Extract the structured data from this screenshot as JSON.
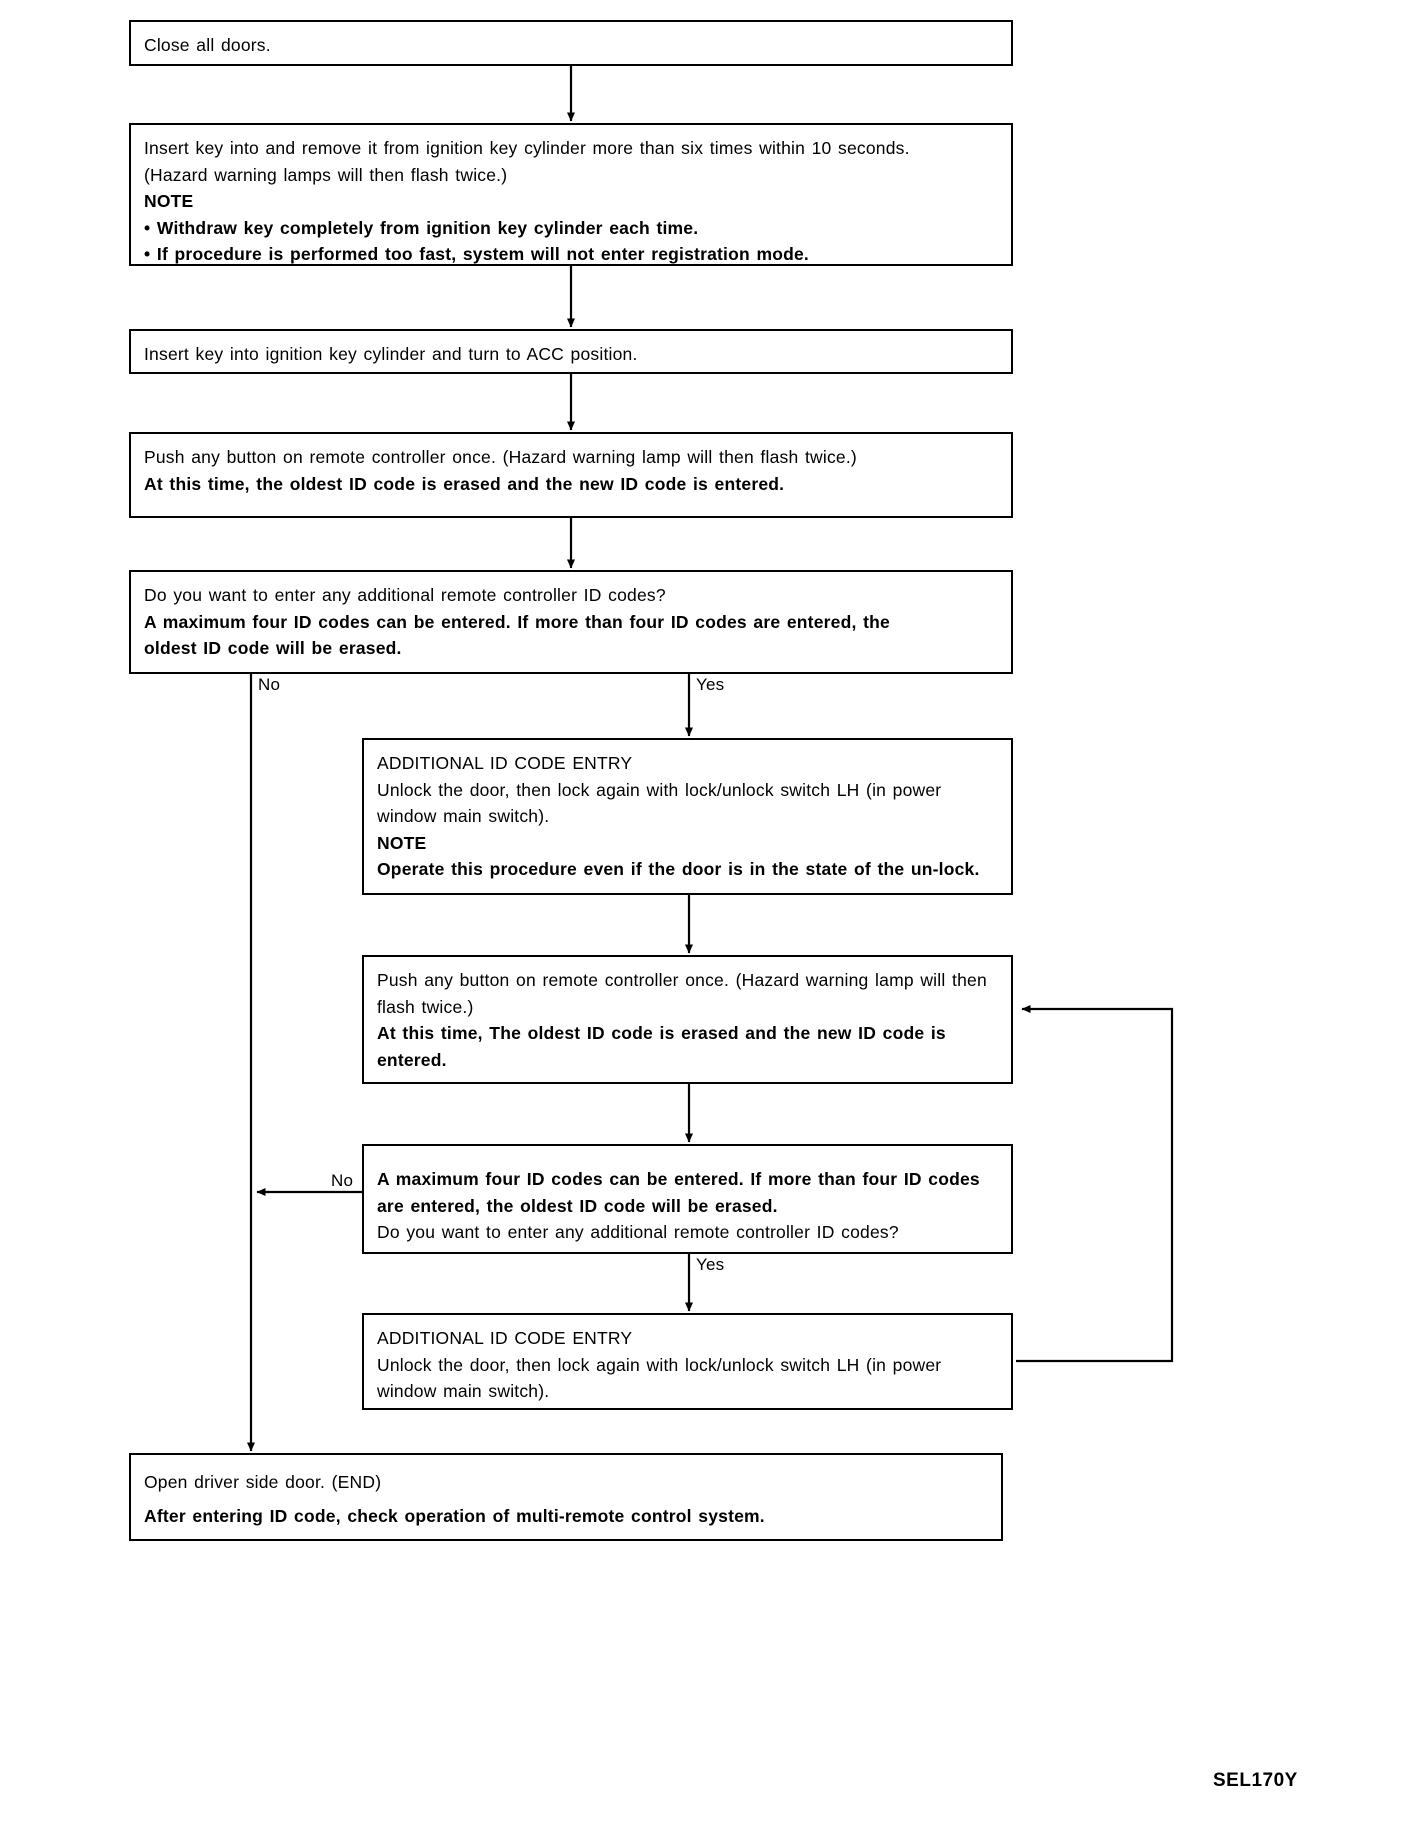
{
  "diagram": {
    "caption": "SEL170Y",
    "nodes": [
      {
        "id": "n1",
        "name": "close-all-doors",
        "lines": [
          {
            "text": "Close all doors.",
            "bold": false
          }
        ]
      },
      {
        "id": "n2",
        "name": "insert-remove-key-six-times",
        "lines": [
          {
            "text": "Insert key into and remove it from ignition key cylinder more than six times within 10 seconds.",
            "bold": false
          },
          {
            "text": "(Hazard warning lamps will then flash twice.)",
            "bold": false
          },
          {
            "text": "NOTE",
            "bold": true
          },
          {
            "text": "• Withdraw key completely from ignition key cylinder each time.",
            "bold": true
          },
          {
            "text": "• If procedure is performed too fast, system will not enter registration mode.",
            "bold": true
          }
        ]
      },
      {
        "id": "n3",
        "name": "turn-key-to-acc",
        "lines": [
          {
            "text": "Insert key into ignition key cylinder and turn to ACC position.",
            "bold": false
          }
        ]
      },
      {
        "id": "n4",
        "name": "push-any-button-first",
        "lines": [
          {
            "text": "Push any button on remote controller once. (Hazard warning lamp will then flash twice.)",
            "bold": false
          },
          {
            "text": "At this time, the oldest ID code is erased and the new ID code is entered.",
            "bold": true
          }
        ]
      },
      {
        "id": "n5",
        "name": "decision-additional-codes-first",
        "lines": [
          {
            "text": "Do you want to enter any additional remote controller ID codes?",
            "bold": false
          },
          {
            "text": "A maximum four ID codes can be entered. If more than four ID codes are entered, the oldest ID code will be erased.",
            "bold": true
          }
        ]
      },
      {
        "id": "n6",
        "name": "additional-id-code-entry-first",
        "lines": [
          {
            "text": "ADDITIONAL ID CODE ENTRY",
            "bold": false
          },
          {
            "text": "Unlock the door, then lock again with lock/unlock switch LH (in power window main switch).",
            "bold": false
          },
          {
            "text": "NOTE",
            "bold": true
          },
          {
            "text": "Operate this procedure even if the door is in the state of the un-lock.",
            "bold": true
          }
        ]
      },
      {
        "id": "n7",
        "name": "push-any-button-second",
        "lines": [
          {
            "text": "Push any button on remote controller once. (Hazard warning lamp will then flash twice.)",
            "bold": false
          },
          {
            "text": "At this time, The oldest ID code is erased and the new ID code is entered.",
            "bold": true
          }
        ]
      },
      {
        "id": "n8",
        "name": "decision-additional-codes-second",
        "lines": [
          {
            "text": "A maximum four ID codes can be entered. If more than four ID codes are entered, the oldest ID code will be erased.",
            "bold": true
          },
          {
            "text": "Do you want to enter any additional remote controller ID codes?",
            "bold": false
          }
        ]
      },
      {
        "id": "n9",
        "name": "additional-id-code-entry-second",
        "lines": [
          {
            "text": "ADDITIONAL ID CODE ENTRY",
            "bold": false
          },
          {
            "text": "Unlock the door, then lock again with lock/unlock switch LH (in power window main switch).",
            "bold": false
          }
        ]
      },
      {
        "id": "n10",
        "name": "open-driver-side-door-end",
        "lines": [
          {
            "text": "Open driver side door. (END)",
            "bold": false
          },
          {
            "text": "After entering ID code, check operation of multi-remote control system.",
            "bold": true
          }
        ]
      }
    ],
    "edge_labels": [
      {
        "id": "e1",
        "name": "branch-label-no-first",
        "text": "No"
      },
      {
        "id": "e2",
        "name": "branch-label-yes-first",
        "text": "Yes"
      },
      {
        "id": "e3",
        "name": "branch-label-no-second",
        "text": "No"
      },
      {
        "id": "e4",
        "name": "branch-label-yes-second",
        "text": "Yes"
      }
    ]
  }
}
